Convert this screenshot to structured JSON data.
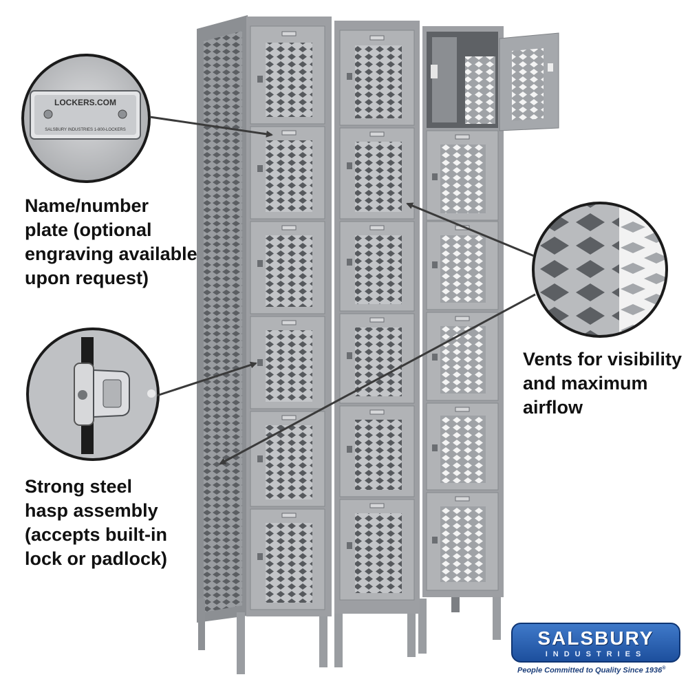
{
  "callouts": {
    "nameplate": {
      "lines": [
        "Name/number",
        "plate (optional",
        "engraving available",
        "upon request)"
      ],
      "plate_title": "LOCKERS.COM",
      "plate_subtitle": "SALSBURY INDUSTRIES  1-800-LOCKERS"
    },
    "hasp": {
      "lines": [
        "Strong steel",
        "hasp assembly",
        "(accepts built-in",
        "lock or padlock)"
      ]
    },
    "vents": {
      "lines": [
        "Vents for visibility",
        "and maximum",
        "airflow"
      ]
    }
  },
  "brand": {
    "name": "SALSBURY",
    "sub": "INDUSTRIES",
    "tagline": "People Committed to Quality Since 1936"
  },
  "colors": {
    "locker": "#a9abae",
    "locker_dark": "#7c7f83",
    "vent_hole": "#5a5d61",
    "brand_blue": "#2a5db0"
  }
}
